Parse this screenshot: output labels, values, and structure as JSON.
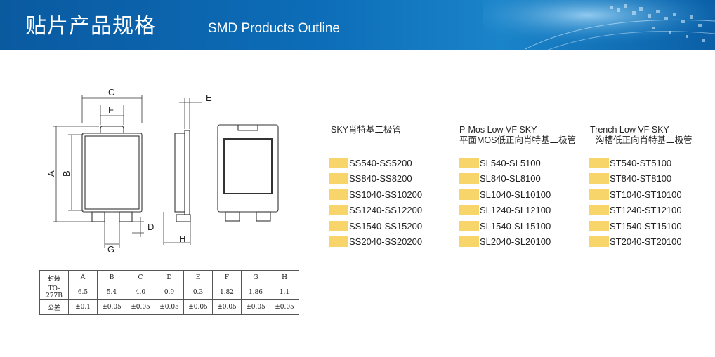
{
  "header": {
    "title_cn": "贴片产品规格",
    "title_en": "SMD Products Outline"
  },
  "drawing": {
    "labels": {
      "A": "A",
      "B": "B",
      "C": "C",
      "D": "D",
      "E": "E",
      "F": "F",
      "G": "G",
      "H": "H"
    }
  },
  "dim_table": {
    "header": [
      "封装",
      "A",
      "B",
      "C",
      "D",
      "E",
      "F",
      "G",
      "H"
    ],
    "rows": [
      [
        "TO-277B",
        "6.5",
        "5.4",
        "4.0",
        "0.9",
        "0.3",
        "1.82",
        "1.86",
        "1.1"
      ],
      [
        "公差",
        "±0.1",
        "±0.05",
        "±0.05",
        "±0.05",
        "±0.05",
        "±0.05",
        "±0.05",
        "±0.05"
      ]
    ]
  },
  "columns": [
    {
      "title": [
        "SKY肖特基二极管"
      ],
      "items": [
        "SS540-SS5200",
        "SS840-SS8200",
        "SS1040-SS10200",
        "SS1240-SS12200",
        "SS1540-SS15200",
        "SS2040-SS20200"
      ]
    },
    {
      "title": [
        "P-Mos Low VF SKY",
        "平面MOS低正向肖特基二极管"
      ],
      "items": [
        "SL540-SL5100",
        "SL840-SL8100",
        "SL1040-SL10100",
        "SL1240-SL12100",
        "SL1540-SL15100",
        "SL2040-SL20100"
      ]
    },
    {
      "title": [
        "Trench Low VF SKY",
        "沟槽低正向肖特基二极管"
      ],
      "items": [
        "ST540-ST5100",
        "ST840-ST8100",
        "ST1040-ST10100",
        "ST1240-ST12100",
        "ST1540-ST15100",
        "ST2040-ST20100"
      ]
    }
  ],
  "colors": {
    "header_blue": "#0d6db8",
    "swatch_yellow": "#f7d56a"
  }
}
